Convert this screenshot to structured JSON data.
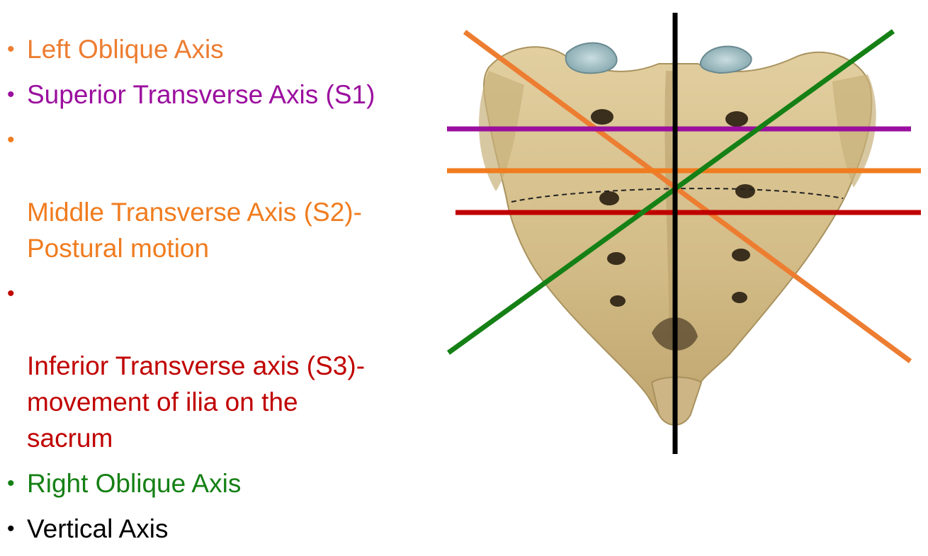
{
  "legend": {
    "items": [
      {
        "key": "left_oblique",
        "text": "Left Oblique Axis",
        "color": "#ED7D31"
      },
      {
        "key": "superior_transverse",
        "text": "Superior Transverse Axis (S1)",
        "color": "#9B0F9E"
      },
      {
        "key": "middle_transverse",
        "text": "Middle Transverse Axis (S2)-\nPostural motion",
        "color": "#F07C1F"
      },
      {
        "key": "inferior_transverse",
        "text": "Inferior Transverse axis (S3)-\nmovement of ilia on the\nsacrum",
        "color": "#C00000"
      },
      {
        "key": "right_oblique",
        "text": "Right Oblique Axis",
        "color": "#158015"
      },
      {
        "key": "vertical",
        "text": "Vertical Axis",
        "color": "#000000"
      }
    ]
  },
  "figure": {
    "subject": "sacrum-bone-posterior-view",
    "bone_color": "#D9C38F",
    "axes": [
      "left_oblique",
      "superior_transverse",
      "middle_transverse",
      "inferior_transverse",
      "right_oblique",
      "vertical"
    ]
  }
}
